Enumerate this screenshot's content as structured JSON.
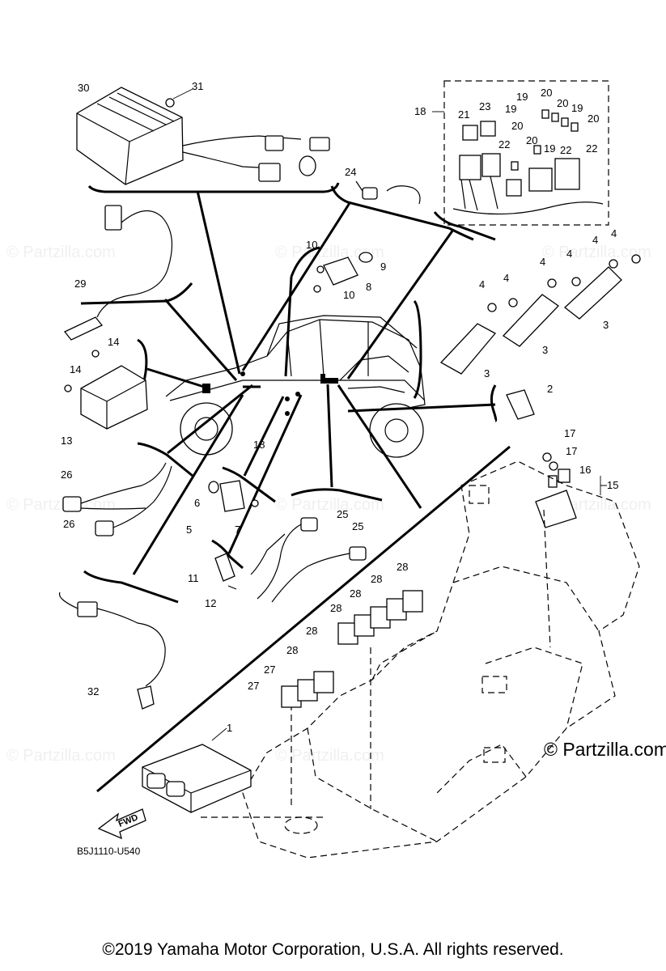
{
  "watermark": "© Partzilla.com",
  "brand": "© Partzilla.com",
  "part_code": "B5J1110-U540",
  "fwd_label": "FWD",
  "copyright": "©2019  Yamaha Motor Corporation, U.S.A. All rights reserved.",
  "callouts": [
    "1",
    "2",
    "3",
    "4",
    "5",
    "6",
    "7",
    "8",
    "9",
    "10",
    "11",
    "12",
    "13",
    "14",
    "15",
    "16",
    "17",
    "18",
    "19",
    "20",
    "21",
    "22",
    "23",
    "24",
    "25",
    "26",
    "27",
    "28",
    "29",
    "30",
    "31",
    "32"
  ]
}
